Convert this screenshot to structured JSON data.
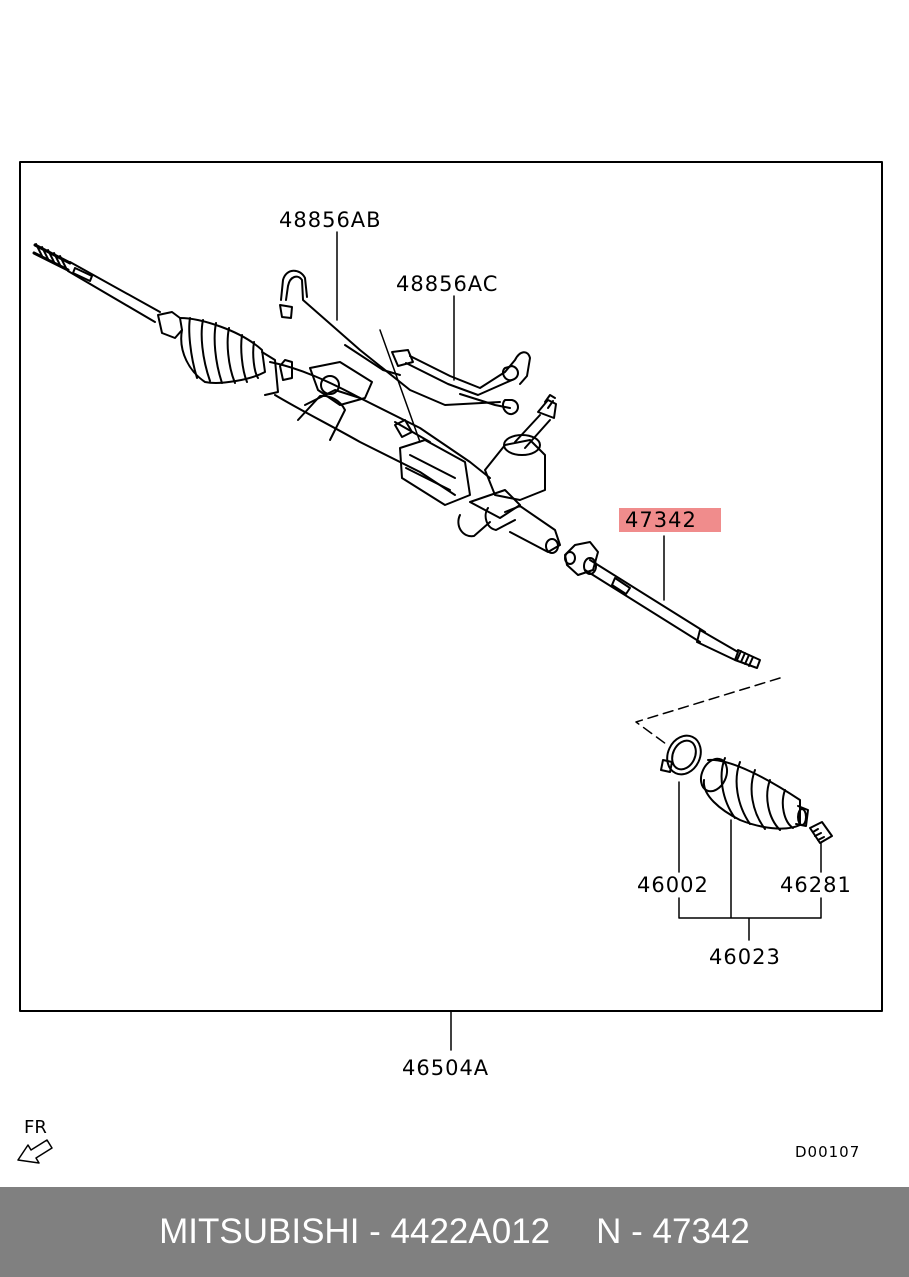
{
  "diagram": {
    "labels": {
      "p48856ab": "48856AB",
      "p48856ac": "48856AC",
      "p47342": "47342",
      "p46002": "46002",
      "p46281": "46281",
      "p46023": "46023",
      "p46504a": "46504A"
    },
    "highlight_color": "#f08c8c",
    "direction_marker": "FR",
    "diagram_code": "D00107"
  },
  "footer": {
    "brand_part": "MITSUBISHI - 4422A012",
    "ref_part": "N - 47342"
  }
}
